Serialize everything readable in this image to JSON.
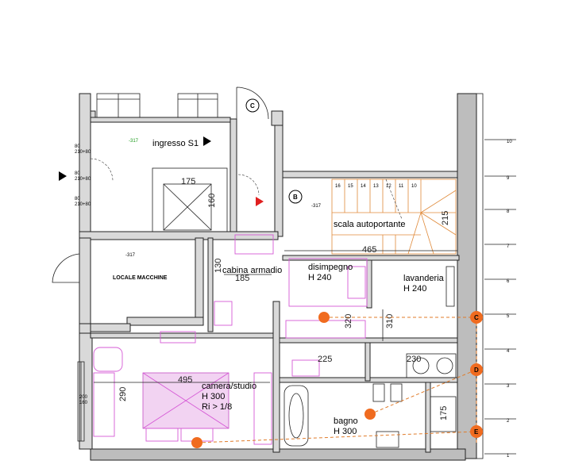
{
  "rooms": {
    "ingresso": "ingresso S1",
    "scala": "scala autoportante",
    "locale_macchine": "LOCALE MACCHINE",
    "cabina_armadio": "cabina armadio",
    "disimpegno": "disimpegno",
    "disimpegno_h": "H 240",
    "lavanderia": "lavanderia",
    "lavanderia_h": "H 240",
    "camera": "camera/studio",
    "camera_h": "H 300",
    "camera_ri": "Ri > 1/8",
    "bagno": "bagno",
    "bagno_h": "H 300"
  },
  "dimensions": {
    "lift_w": "175",
    "lift_h": "160",
    "corridor_w": "465",
    "stair_w": "215",
    "cabina_w": "185",
    "cabina_h": "130",
    "dis_h1": "320",
    "dis_h2": "310",
    "bath_top": "225",
    "lav_w": "230",
    "camera_w": "495",
    "camera_h": "290",
    "bagno_small": "175"
  },
  "levels": {
    "ingresso": "-317",
    "scala": "-317",
    "locale": "-317"
  },
  "door_labels": {
    "d1_top": "80",
    "d1_bot": "210+80",
    "d2_top": "80",
    "d2_bot": "210+80",
    "d3_top": "80",
    "d3_bot": "210+80",
    "d4_top": "200",
    "d4_bot": "160"
  },
  "section_markers": [
    "C",
    "B",
    "C",
    "D",
    "E"
  ],
  "stair_steps": [
    "16",
    "15",
    "14",
    "13",
    "12",
    "11",
    "10"
  ],
  "scale_ticks": [
    "10",
    "9",
    "8",
    "7",
    "6",
    "5",
    "4",
    "3",
    "2",
    "1"
  ],
  "colors": {
    "accent_orange": "#f06b1f",
    "magenta": "#d65ad6",
    "green": "#1a9a1a",
    "wall": "#d9d9d9"
  }
}
